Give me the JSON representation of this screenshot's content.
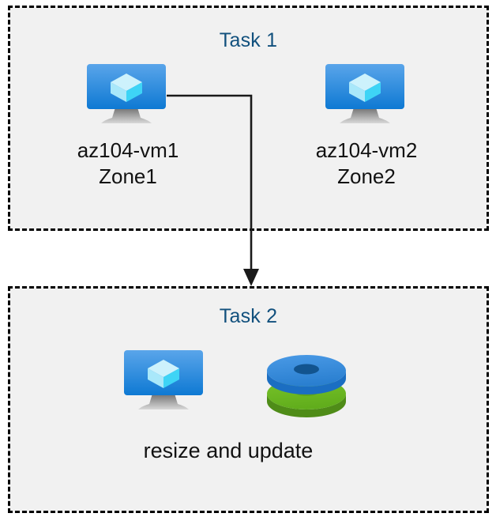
{
  "diagram": {
    "title": "Azure VM zones and resize/update task diagram",
    "background_color": "#ffffff",
    "box_fill_color": "#f1f1f1",
    "box_border_color": "#000000",
    "title_color": "#11507d",
    "label_color": "#121212"
  },
  "task1": {
    "title": "Task 1",
    "nodes": [
      {
        "icon": "virtual-machine-icon",
        "label_line1": "az104-vm1",
        "label_line2": "Zone1",
        "label": "az104-vm1\nZone1"
      },
      {
        "icon": "virtual-machine-icon",
        "label_line1": "az104-vm2",
        "label_line2": "Zone2",
        "label": "az104-vm2\nZone2"
      }
    ]
  },
  "task2": {
    "title": "Task 2",
    "nodes": [
      {
        "icon": "virtual-machine-icon"
      },
      {
        "icon": "managed-disks-icon"
      }
    ],
    "label": "resize and update"
  },
  "connector": {
    "from": "az104-vm1",
    "to": "Task 2",
    "style": "elbow-arrow",
    "color": "#1a1a1a",
    "arrowhead": "filled-triangle-down"
  },
  "icon_colors": {
    "vm_screen_top": "#55a2e8",
    "vm_screen_bottom": "#0f7ad4",
    "vm_cube_light": "#c8f0fb",
    "vm_cube_mid": "#8fe4f9",
    "vm_cube_accent": "#34d2f5",
    "vm_stand": "#9a9a9a",
    "disk_blue_top": "#3a8ddd",
    "disk_blue_edge": "#1b6ec2",
    "disk_blue_hole": "#12548f",
    "disk_green_top": "#6cbb22",
    "disk_green_edge": "#4f8c18",
    "disk_green_hole": "#5da31c"
  }
}
